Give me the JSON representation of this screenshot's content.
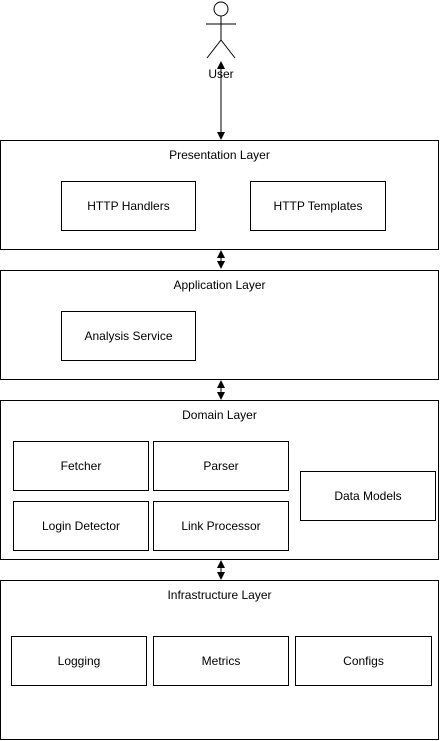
{
  "actor": {
    "label": "User"
  },
  "layers": {
    "presentation": {
      "title": "Presentation Layer",
      "components": [
        "HTTP Handlers",
        "HTTP Templates"
      ]
    },
    "application": {
      "title": "Application Layer",
      "components": [
        "Analysis Service"
      ]
    },
    "domain": {
      "title": "Domain Layer",
      "components": [
        "Fetcher",
        "Parser",
        "Login Detector",
        "Link Processor",
        "Data Models"
      ]
    },
    "infrastructure": {
      "title": "Infrastructure Layer",
      "components": [
        "Logging",
        "Metrics",
        "Configs"
      ]
    }
  }
}
